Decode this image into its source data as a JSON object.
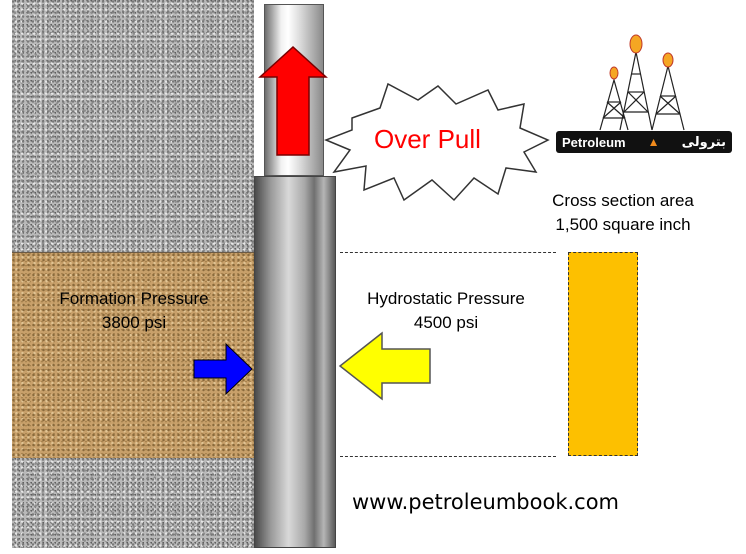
{
  "annotations": {
    "over_pull": "Over Pull",
    "cross_section_line1": "Cross section area",
    "cross_section_line2": "1,500 square inch",
    "formation_label": "Formation Pressure",
    "formation_value": "3800 psi",
    "hydrostatic_label": "Hydrostatic Pressure",
    "hydrostatic_value": "4500 psi"
  },
  "logo": {
    "latin_text": "Petroleum",
    "persian_text": "بترولی"
  },
  "website": "www.petroleumbook.com",
  "colors": {
    "over_pull_arrow": "#ff0000",
    "formation_arrow": "#0000ff",
    "hydrostatic_arrow": "#ffff00",
    "cross_section_fill": "#fdc000",
    "over_pull_text": "#ff0000"
  }
}
